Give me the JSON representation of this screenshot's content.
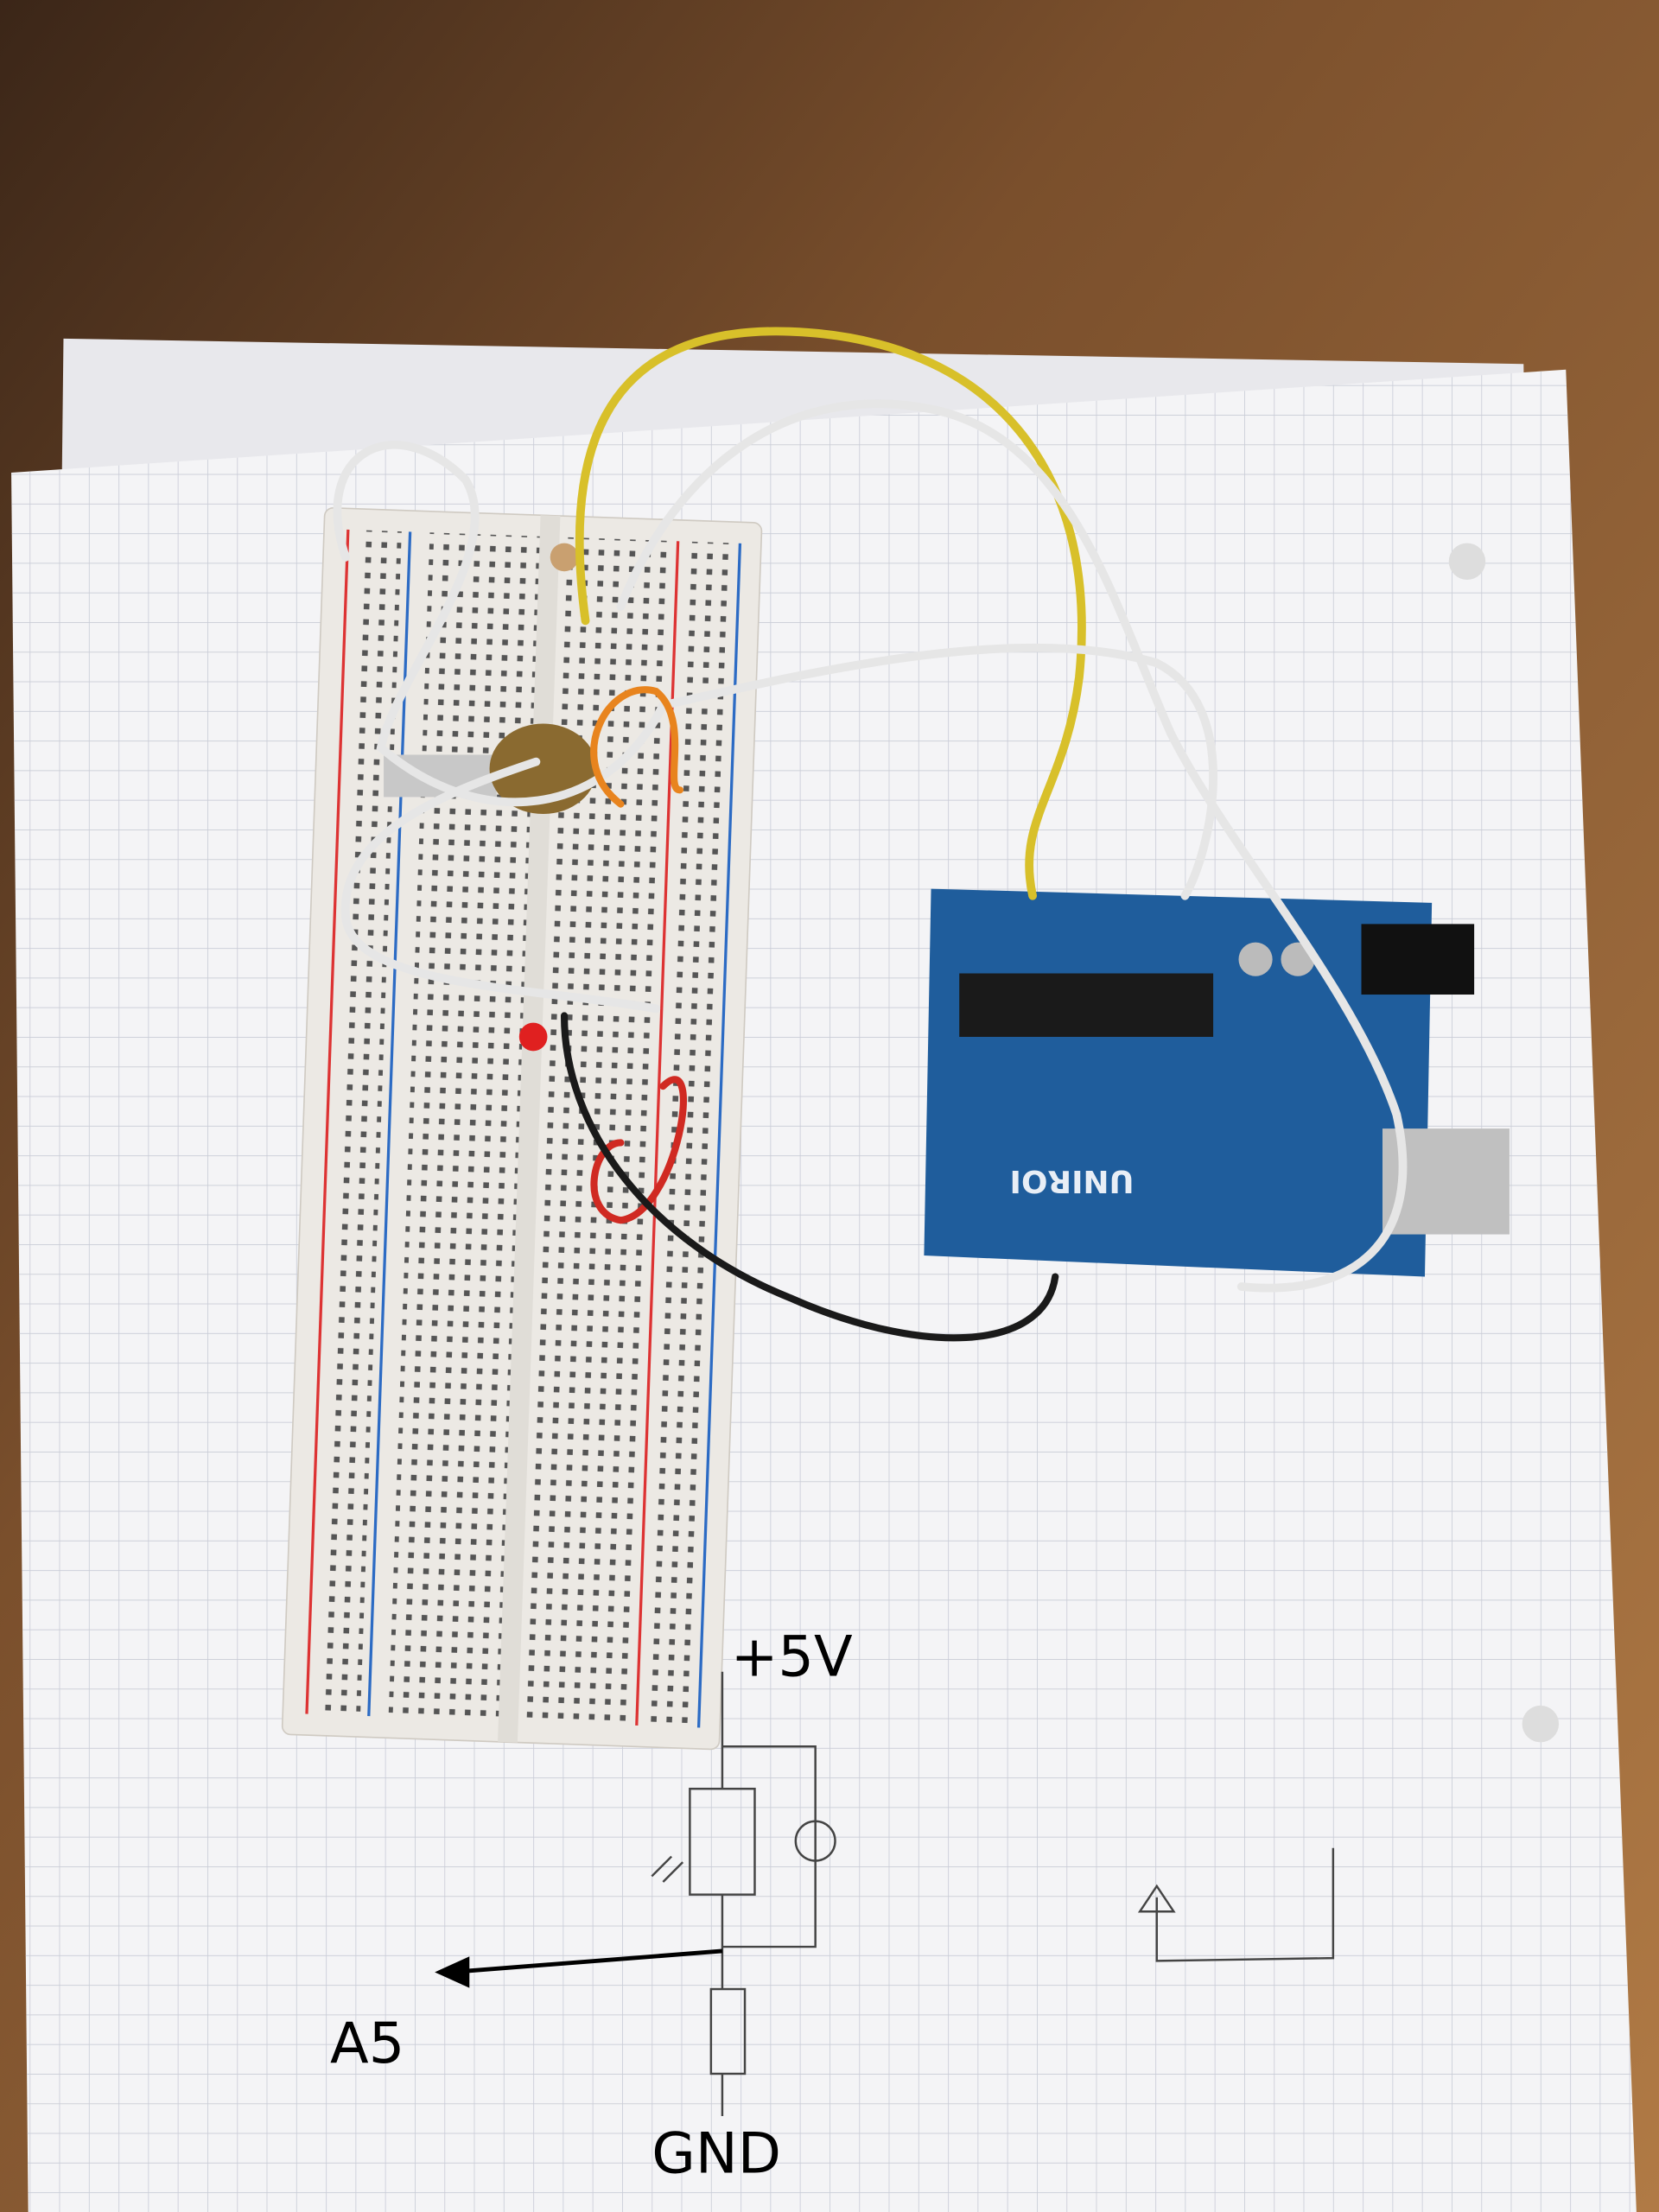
{
  "annotations": {
    "supply_label": "+5V",
    "analog_pin_label": "A5",
    "ground_label": "GND"
  },
  "board": {
    "logo_text": "UNIROI"
  },
  "colors": {
    "wood": "#9a6a3c",
    "paper": "#f4f4f6",
    "grid": "#c9ccd6",
    "breadboard": "#ece9e4",
    "arduino": "#1f5d9c",
    "wire_yellow": "#d8c02a",
    "wire_white": "#e6e6e6",
    "wire_orange": "#e8841e",
    "wire_red": "#d02a22",
    "wire_black": "#1a1a1a"
  }
}
